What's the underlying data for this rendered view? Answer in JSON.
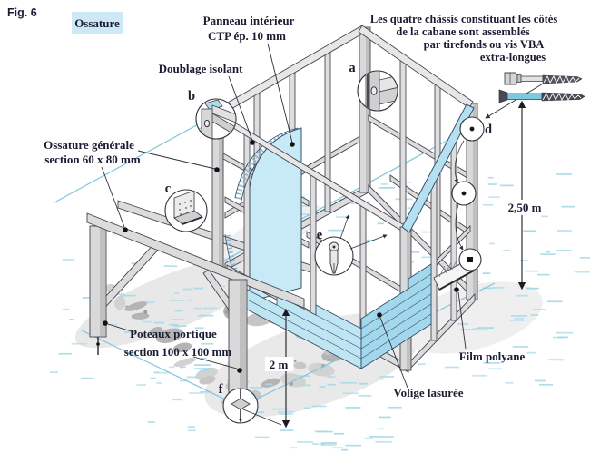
{
  "figure": {
    "number": "Fig. 6",
    "tag": "Ossature"
  },
  "annotations": {
    "panneau": {
      "lines": [
        "Panneau intérieur",
        "CTP ép. 10 mm"
      ]
    },
    "doublage": {
      "text": "Doublage isolant"
    },
    "chassis_note": {
      "lines": [
        "Les quatre châssis constituant les côtés",
        "de la cabane sont assemblés",
        "par tirefonds ou vis VBA",
        "extra-longues"
      ]
    },
    "ossature_generale": {
      "lines": [
        "Ossature générale",
        "section 60 x 80 mm"
      ]
    },
    "poteaux_portique": {
      "lines": [
        "Poteaux portique",
        "section 100 x 100 mm"
      ]
    },
    "volige": {
      "text": "Volige lasurée"
    },
    "film": {
      "text": "Film polyane"
    }
  },
  "dimensions": {
    "wall_height": "2,50 m",
    "portico_height": "2 m"
  },
  "detail_markers": {
    "a": "a",
    "b": "b",
    "c": "c",
    "d": "d",
    "e": "e",
    "f": "f"
  },
  "icons": {
    "screw_lag": "lag-bolt-tirefond-icon",
    "screw_vba": "vba-long-screw-icon"
  },
  "colors": {
    "accent_cyan": "#7ec6dd",
    "panel_blue": "#c8e9f6",
    "siding_blue_light": "#bfe5f3",
    "siding_blue_dark": "#a3d7eb",
    "tag_background": "#cce9f5",
    "wood_gray": "#dcdcdc",
    "text": "#1b1b33"
  }
}
